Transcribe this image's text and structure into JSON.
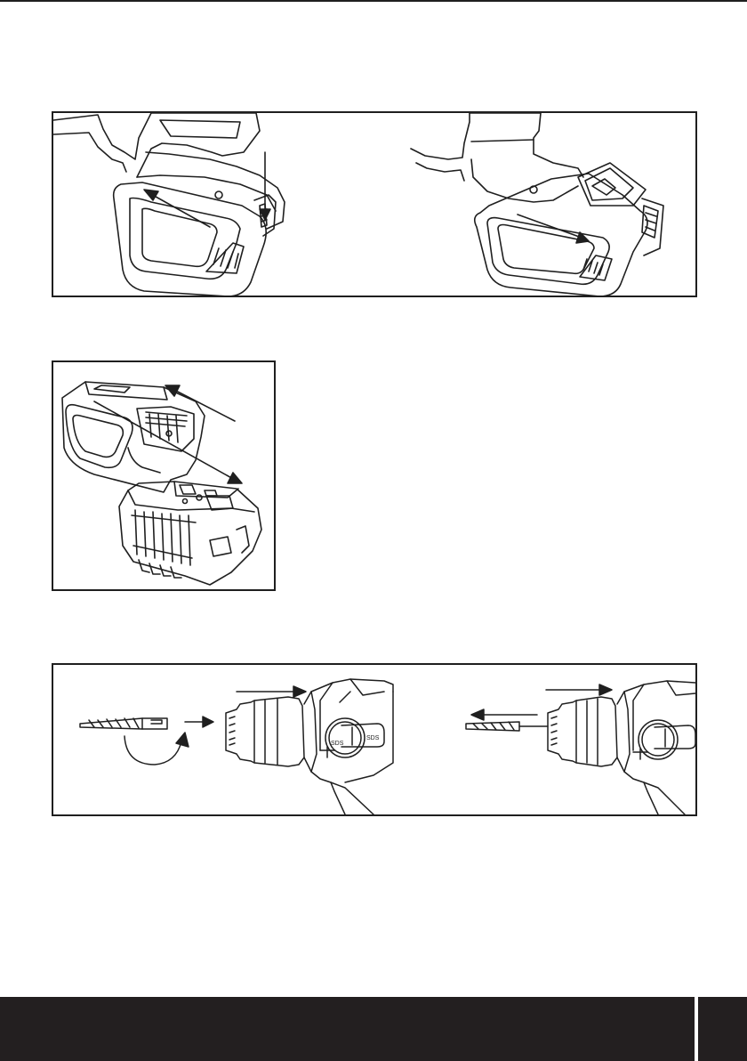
{
  "colors": {
    "ink": "#1f1f1f",
    "footer": "#231f20",
    "background": "#ffffff"
  },
  "figures": {
    "battery_install_remove": {
      "icon": "battery-slide-illustration"
    },
    "battery_charger": {
      "icon": "charger-illustration"
    },
    "drill_bit_insertion": {
      "icon": "sds-chuck-illustration",
      "switch_label_left": "SDS",
      "switch_label_right": "SDS"
    }
  },
  "footer": {
    "page_number": ""
  }
}
